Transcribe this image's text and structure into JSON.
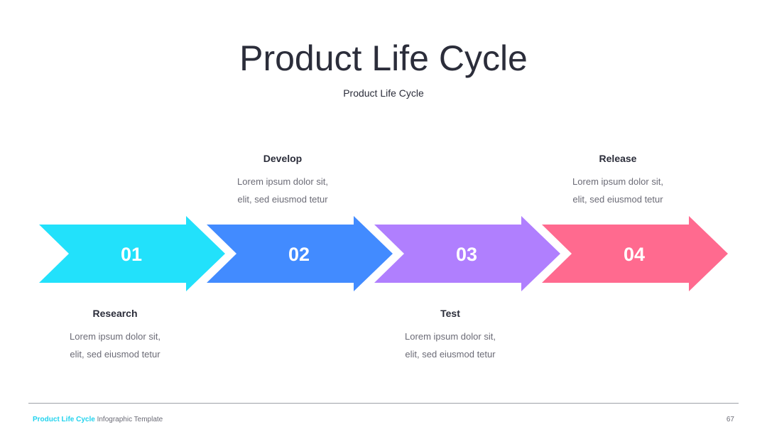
{
  "title": "Product Life Cycle",
  "subtitle": "Product Life Cycle",
  "steps": [
    {
      "number": "01",
      "label": "Research",
      "line1": "Lorem ipsum dolor sit,",
      "line2": "elit, sed eiusmod tetur",
      "color": "#22e1fb"
    },
    {
      "number": "02",
      "label": "Develop",
      "line1": "Lorem ipsum dolor sit,",
      "line2": "elit, sed eiusmod tetur",
      "color": "#428bff"
    },
    {
      "number": "03",
      "label": "Test",
      "line1": "Lorem ipsum dolor sit,",
      "line2": "elit, sed eiusmod tetur",
      "color": "#b07ffe"
    },
    {
      "number": "04",
      "label": "Release",
      "line1": "Lorem ipsum dolor sit,",
      "line2": "elit, sed eiusmod tetur",
      "color": "#ff6a8f"
    }
  ],
  "footer": {
    "brand": "Product Life Cycle",
    "text": " Infographic Template",
    "page_number": "67"
  }
}
